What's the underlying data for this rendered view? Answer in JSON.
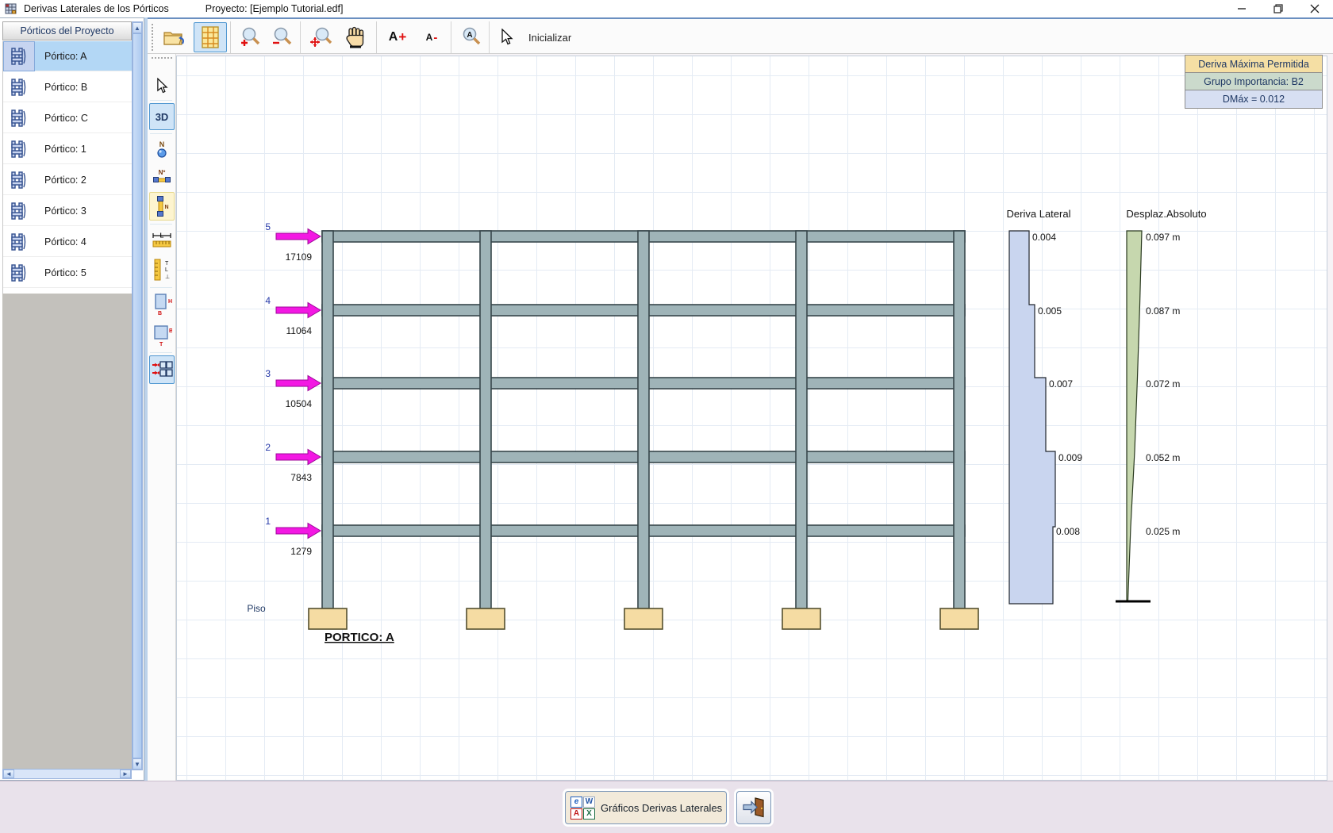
{
  "window": {
    "app_title": "Derivas Laterales de los Pórticos",
    "project_title": "Proyecto: [Ejemplo Tutorial.edf]"
  },
  "sidebar": {
    "header": "Pórticos del Proyecto",
    "items": [
      {
        "label": "Pórtico: A",
        "selected": true
      },
      {
        "label": "Pórtico: B",
        "selected": false
      },
      {
        "label": "Pórtico: C",
        "selected": false
      },
      {
        "label": "Pórtico: 1",
        "selected": false
      },
      {
        "label": "Pórtico: 2",
        "selected": false
      },
      {
        "label": "Pórtico: 3",
        "selected": false
      },
      {
        "label": "Pórtico: 4",
        "selected": false
      },
      {
        "label": "Pórtico: 5",
        "selected": false
      }
    ]
  },
  "toolbar": {
    "initialize_label": "Inicializar",
    "font_increase_letter": "A",
    "font_increase_sign": "+",
    "font_decrease_letter": "A",
    "font_decrease_sign": "-",
    "view3d_label": "3D"
  },
  "info_box": {
    "title": "Deriva Máxima Permitida",
    "group": "Grupo Importancia: B2",
    "dmax": "DMáx = 0.012"
  },
  "frame": {
    "portico_label": "PORTICO: A",
    "piso_label": "Piso",
    "floors": [
      {
        "level": "5",
        "force": "17109"
      },
      {
        "level": "4",
        "force": "11064"
      },
      {
        "level": "3",
        "force": "10504"
      },
      {
        "level": "2",
        "force": "7843"
      },
      {
        "level": "1",
        "force": "1279"
      }
    ]
  },
  "charts": {
    "deriva": {
      "title": "Deriva Lateral",
      "labels": [
        "0.004",
        "0.005",
        "0.007",
        "0.009",
        "0.008"
      ]
    },
    "desplaz": {
      "title": "Desplaz.Absoluto",
      "labels": [
        "0.097 m",
        "0.087 m",
        "0.072 m",
        "0.052 m",
        "0.025 m"
      ]
    }
  },
  "chart_data": [
    {
      "type": "area",
      "title": "Deriva Lateral",
      "stories_top_to_bottom": [
        5,
        4,
        3,
        2,
        1
      ],
      "values": [
        0.004,
        0.005,
        0.007,
        0.009,
        0.008
      ],
      "fill": "#C9D5EF",
      "outline": "#20262E",
      "note": "story-drift profile drawn as stepped polygon beside the frame"
    },
    {
      "type": "area",
      "title": "Desplaz.Absoluto",
      "stories_top_to_bottom": [
        5,
        4,
        3,
        2,
        1
      ],
      "values_m": [
        0.097,
        0.087,
        0.072,
        0.052,
        0.025
      ],
      "fill": "#C6D7AE",
      "outline": "#2A3A20",
      "note": "absolute displacement profile tapering to zero at the base"
    }
  ],
  "bottom_bar": {
    "export_label": "Gráficos Derivas Laterales"
  },
  "icons": [
    "app-logo",
    "open-folder",
    "grid-view",
    "zoom-in",
    "zoom-out",
    "zoom-extents",
    "pan-hand",
    "font-increase",
    "font-decrease",
    "zoom-font",
    "cursor",
    "3d-view",
    "node-numbers",
    "element-numbers",
    "element-axes",
    "length-ruler",
    "story-ruler",
    "beam-section",
    "column-section",
    "derivas-view",
    "portico-icon",
    "office-export",
    "exit-door",
    "minimize",
    "restore",
    "close",
    "scroll-up",
    "scroll-down",
    "scroll-left",
    "scroll-right"
  ]
}
